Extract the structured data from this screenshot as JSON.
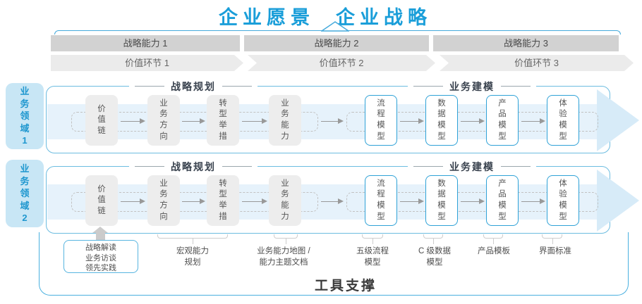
{
  "title": {
    "vision": "企业愿景",
    "strategy": "企业战略"
  },
  "strategy_capabilities": [
    "战略能力 1",
    "战略能力 2",
    "战略能力 3"
  ],
  "value_links": [
    "价值环节 1",
    "价值环节 2",
    "价值环节 3"
  ],
  "business_domains": [
    "业务领域 1",
    "业务领域 2"
  ],
  "row": {
    "planning_header": "战略规划",
    "modeling_header": "业务建模",
    "planning_boxes": [
      "价值链",
      "业务方向",
      "转型举措",
      "业务能力"
    ],
    "modeling_boxes": [
      "流程模型",
      "数据模型",
      "产品模型",
      "体验模型"
    ]
  },
  "footer": {
    "inputs_box": [
      "战略解读",
      "业务访谈",
      "领先实践"
    ],
    "deliverables": [
      {
        "lines": [
          "宏观能力",
          "规划"
        ]
      },
      {
        "lines": [
          "业务能力地图 /",
          "能力主题文档"
        ]
      },
      {
        "lines": [
          "五级流程",
          "模型"
        ]
      },
      {
        "lines": [
          "C 级数据",
          "模型"
        ]
      },
      {
        "lines": [
          "产品模板"
        ]
      },
      {
        "lines": [
          "界面标准"
        ]
      }
    ],
    "tool_support": "工具支撑"
  },
  "colors": {
    "accent_blue": "#1a9ed9",
    "row_border": "#6cbce0",
    "band_blue": "#e6f2fb",
    "bar_gray": "#d2d2d2",
    "box_gray": "#ededed"
  }
}
